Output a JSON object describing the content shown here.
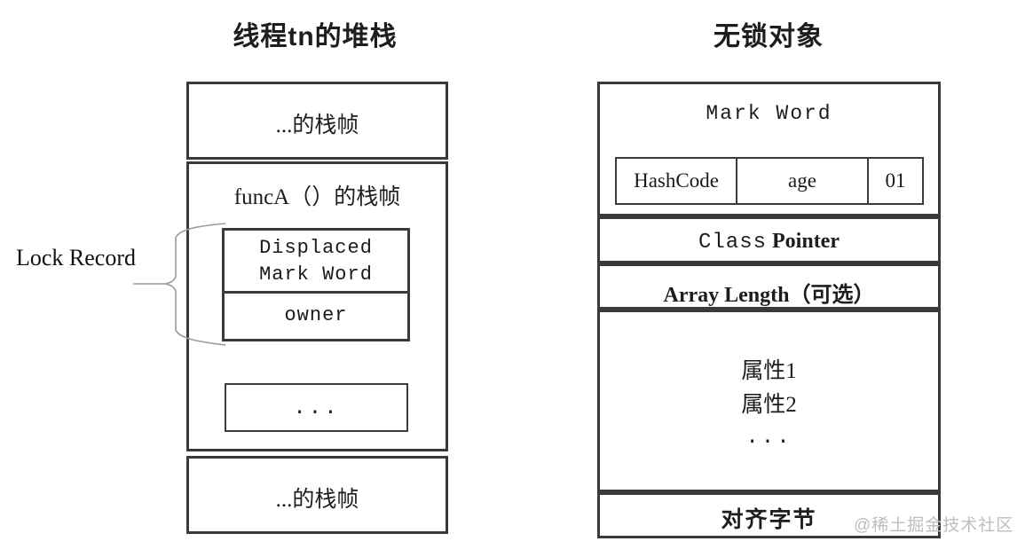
{
  "diagram": {
    "left_column": {
      "title": "线程tn的堆栈",
      "frames": [
        {
          "label": "...的栈帧"
        },
        {
          "label": "funcA（）的栈帧"
        },
        {
          "label": "...的栈帧"
        }
      ],
      "lock_record": {
        "callout_label": "Lock Record",
        "displaced_line1": "Displaced",
        "displaced_line2": "Mark Word",
        "owner": "owner"
      },
      "ellipsis_box": "..."
    },
    "right_column": {
      "title": "无锁对象",
      "mark_word": {
        "label": "Mark Word",
        "cells": [
          {
            "label": "HashCode"
          },
          {
            "label": "age"
          },
          {
            "label": "01"
          }
        ]
      },
      "class_pointer": {
        "part1": "Class",
        "part2": "Pointer"
      },
      "array_length": "Array Length（可选）",
      "fields": {
        "line1": "属性1",
        "line2": "属性2",
        "line3": "..."
      },
      "padding": "对齐字节"
    }
  },
  "watermark": "@稀土掘金技术社区",
  "colors": {
    "border": "#3a3a3a",
    "text": "#1d1d1d",
    "callout_line": "#9a9a9a",
    "watermark": "#bdbdbd"
  }
}
